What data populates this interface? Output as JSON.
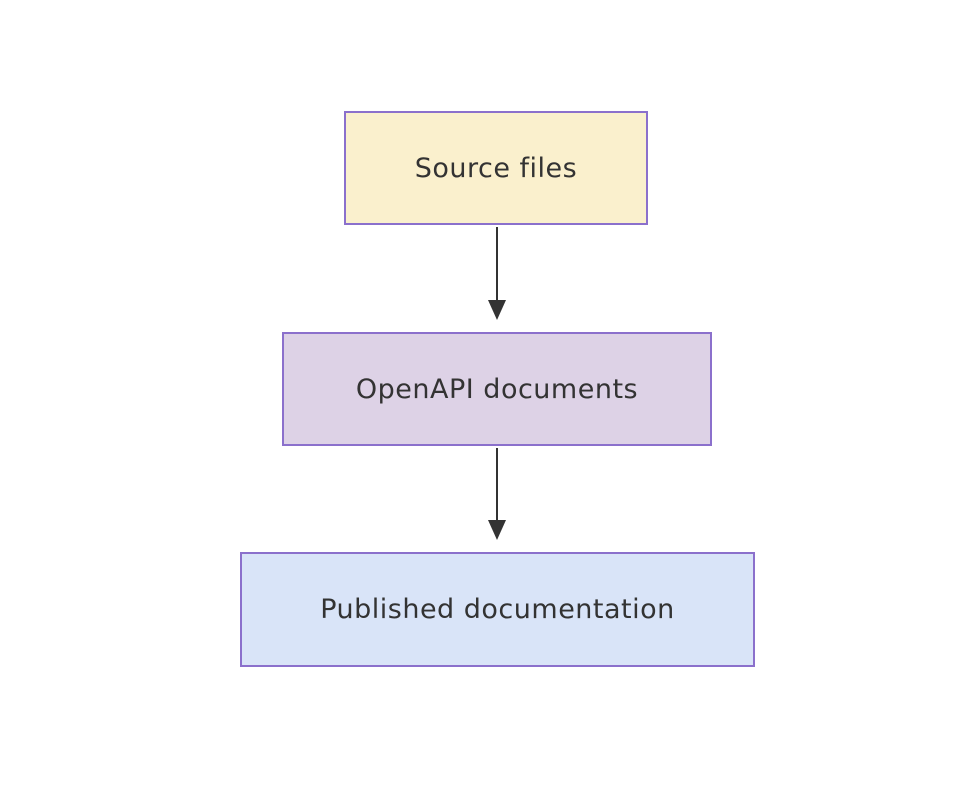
{
  "diagram": {
    "type": "flowchart",
    "direction": "top-down",
    "background": "#ffffff",
    "nodes": [
      {
        "id": "source-files",
        "label": "Source files",
        "fill": "#faf0cd",
        "border": "#8b70cc"
      },
      {
        "id": "openapi-documents",
        "label": "OpenAPI documents",
        "fill": "#ddd2e6",
        "border": "#8b70cc"
      },
      {
        "id": "published-documentation",
        "label": "Published documentation",
        "fill": "#d9e4f8",
        "border": "#8b70cc"
      }
    ],
    "edges": [
      {
        "from": "source-files",
        "to": "openapi-documents",
        "style": "solid-arrow"
      },
      {
        "from": "openapi-documents",
        "to": "published-documentation",
        "style": "solid-arrow"
      }
    ],
    "colors": {
      "arrow": "#333333",
      "text": "#333333",
      "node_border": "#8b70cc"
    }
  }
}
